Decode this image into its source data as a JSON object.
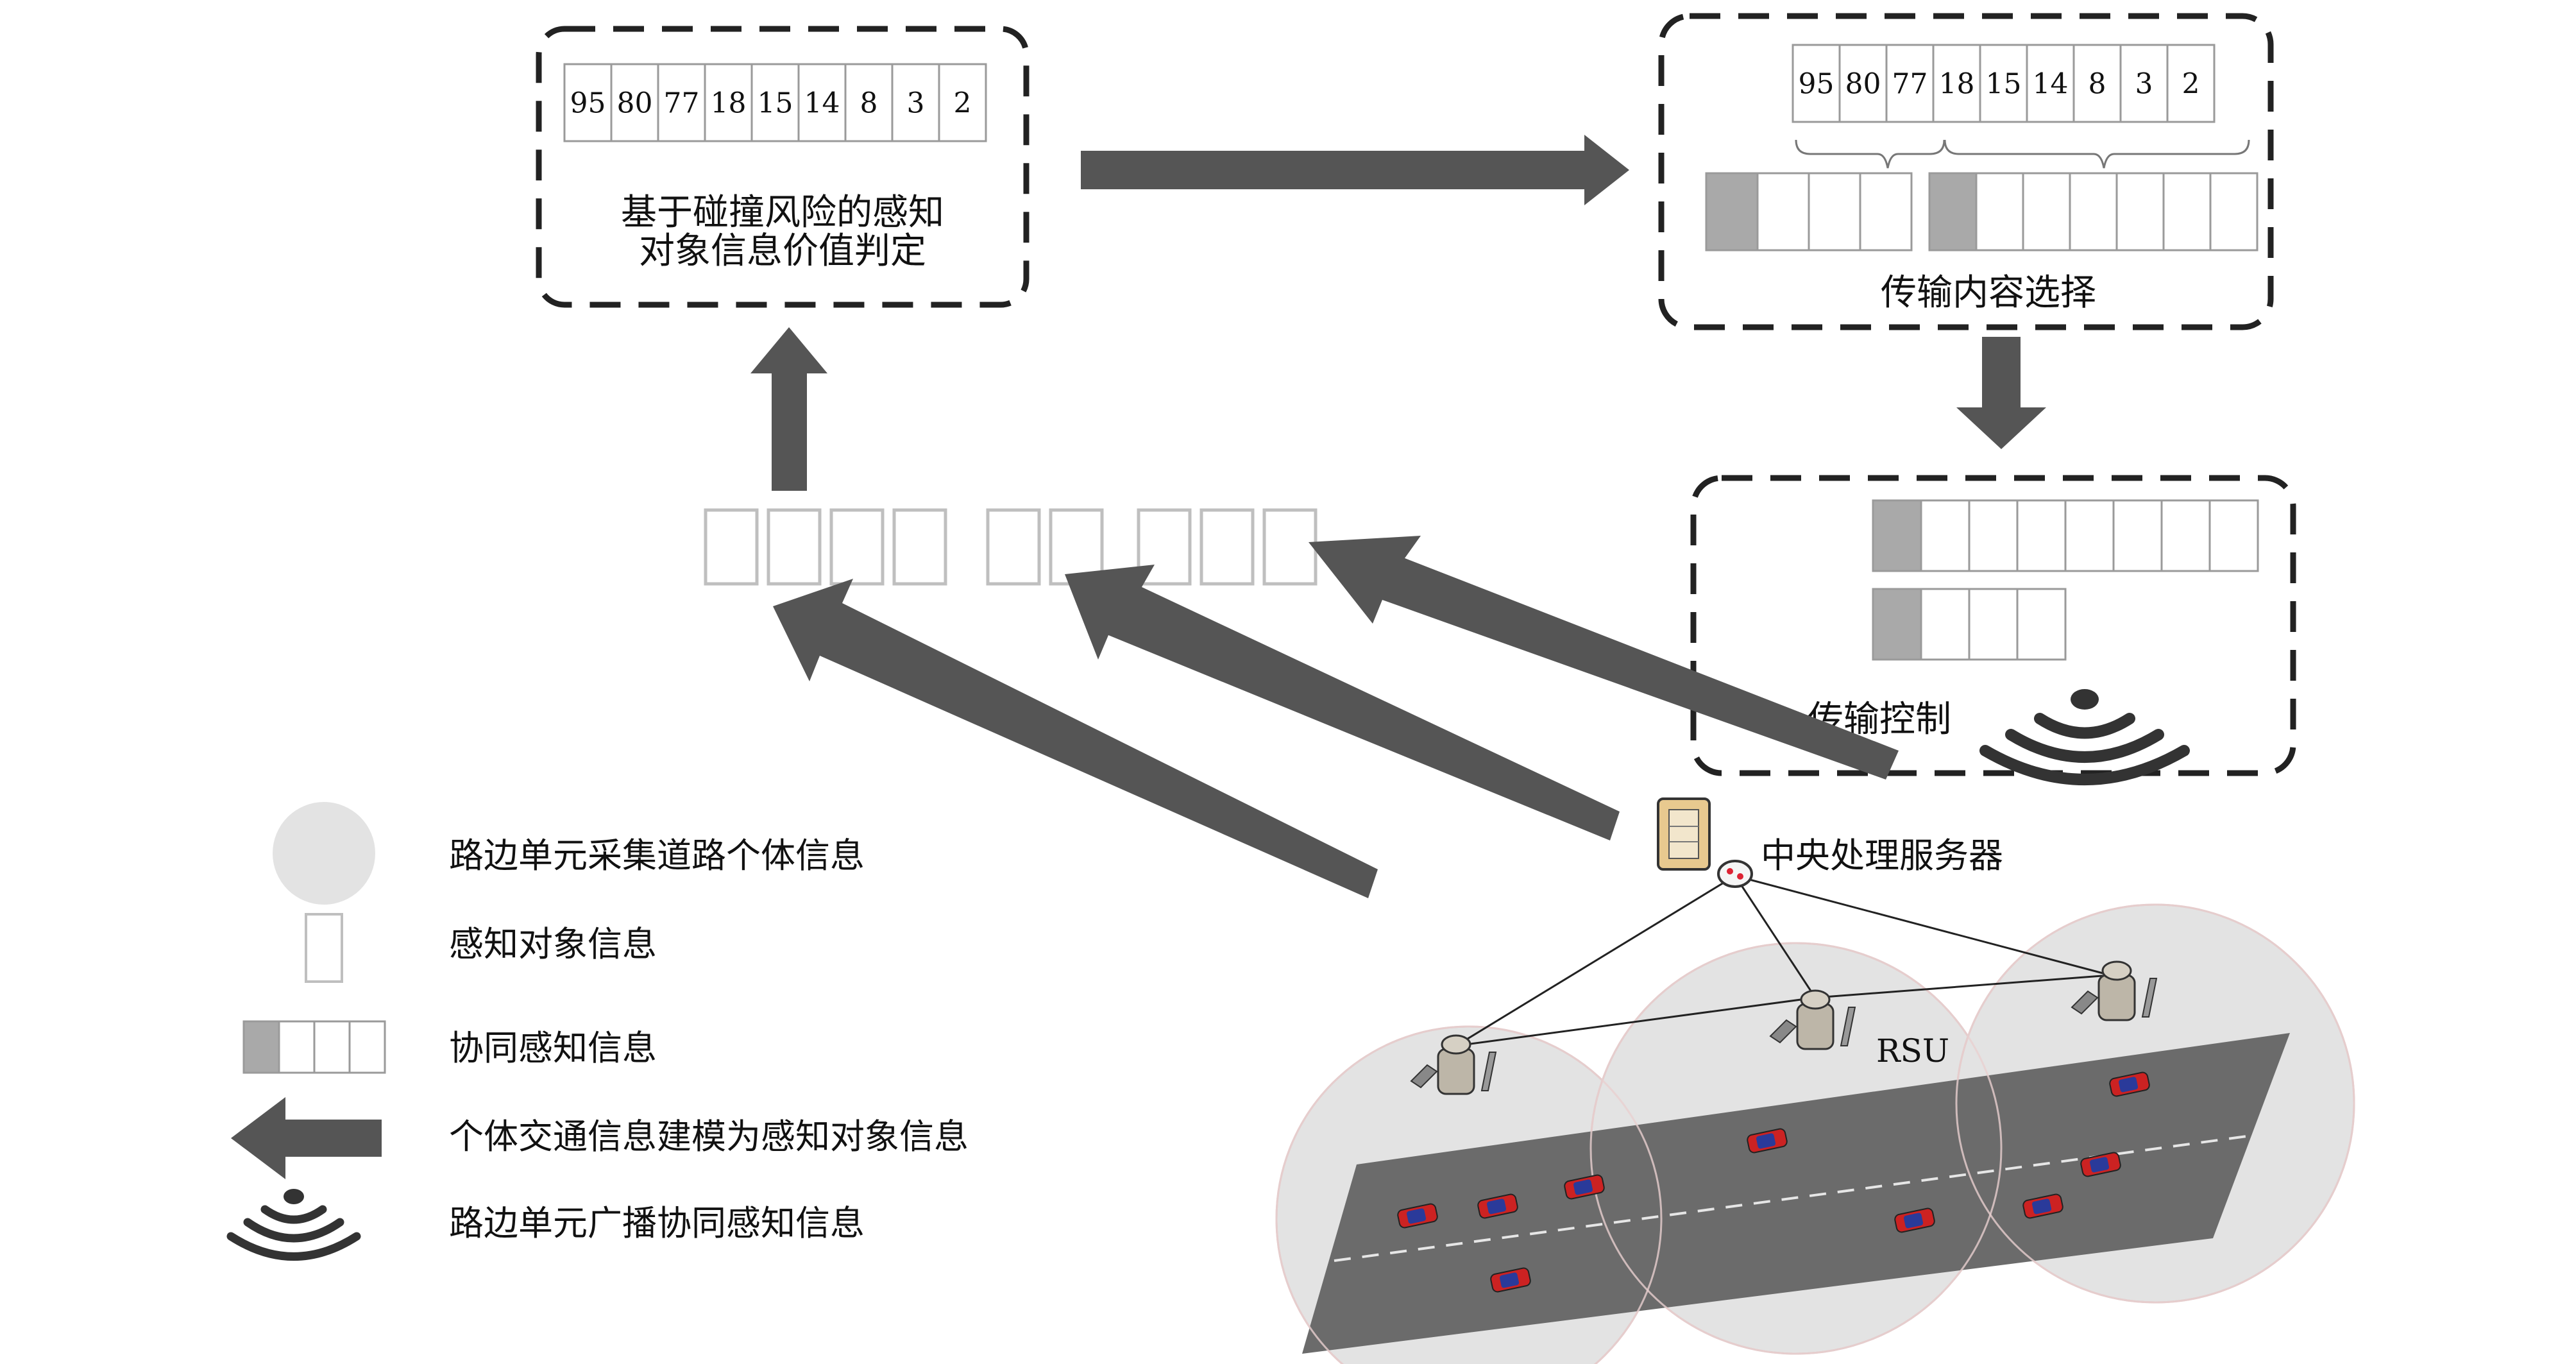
{
  "valuation": {
    "ranked_values": [
      "95",
      "80",
      "77",
      "18",
      "15",
      "14",
      "8",
      "3",
      "2"
    ],
    "label_line1": "基于碰撞风险的感知",
    "label_line2": "对象信息价值判定"
  },
  "selection": {
    "ranked_values": [
      "95",
      "80",
      "77",
      "18",
      "15",
      "14",
      "8",
      "3",
      "2"
    ],
    "label": "传输内容选择"
  },
  "transmission": {
    "label": "传输控制"
  },
  "server": {
    "label": "中央处理服务器"
  },
  "rsu": {
    "label": "RSU"
  },
  "legend": [
    {
      "icon": "gray-circle-icon",
      "label": "路边单元采集道路个体信息"
    },
    {
      "icon": "perception-object-cell-icon",
      "label": "感知对象信息"
    },
    {
      "icon": "cooperative-info-strip-icon",
      "label": "协同感知信息"
    },
    {
      "icon": "left-arrow-icon",
      "label": "个体交通信息建模为感知对象信息"
    },
    {
      "icon": "broadcast-signal-icon",
      "label": "路边单元广播协同感知信息"
    }
  ],
  "colors": {
    "arrow": "#555555",
    "box_border": "#222222",
    "cell_border": "#9a9a9a",
    "header_cell": "#a9a9a9",
    "coverage": "#e3e3e3",
    "road": "#6b6b6b",
    "car": "#cc2222"
  }
}
